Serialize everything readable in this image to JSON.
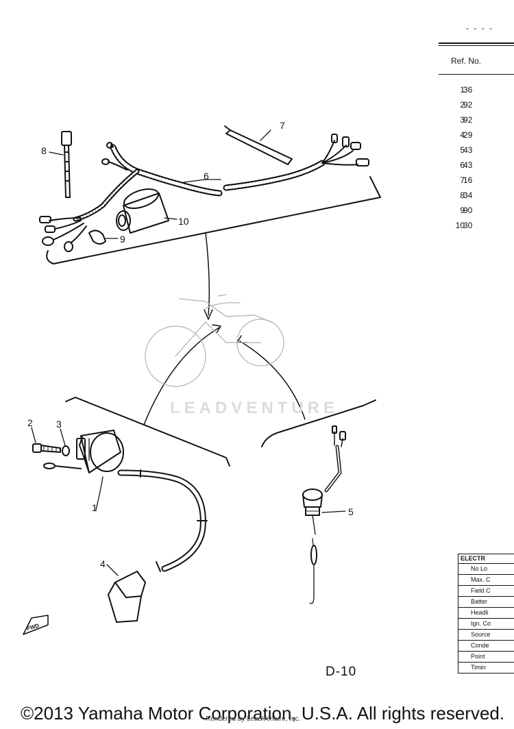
{
  "header": {
    "dash_text": "- - - -"
  },
  "ref_table": {
    "header": "Ref. No.",
    "rows": [
      {
        "ref": "1",
        "part": "36"
      },
      {
        "ref": "2",
        "part": "92"
      },
      {
        "ref": "3",
        "part": "92"
      },
      {
        "ref": "4",
        "part": "29"
      },
      {
        "ref": "5",
        "part": "43"
      },
      {
        "ref": "6",
        "part": "43"
      },
      {
        "ref": "7",
        "part": "16"
      },
      {
        "ref": "8",
        "part": "34"
      },
      {
        "ref": "9",
        "part": "90"
      },
      {
        "ref": "10",
        "part": "30"
      }
    ]
  },
  "callouts": {
    "c1": "1",
    "c2": "2",
    "c3": "3",
    "c4": "4",
    "c5": "5",
    "c6": "6",
    "c7": "7",
    "c8": "8",
    "c9": "9",
    "c10": "10"
  },
  "fwd_label": "FWD",
  "watermark": "LEADVENTURE",
  "electrical_table": {
    "title": "ELECTR",
    "rows": [
      "No Lo",
      "Max. C",
      "Field C",
      "Batter",
      "Headli",
      "Ign. Co",
      "Source",
      "Conde",
      "Point",
      "Timin"
    ]
  },
  "page_id": "D-10",
  "copyright": "©2013 Yamaha Motor Corporation, U.S.A. All rights reserved.",
  "rendered_by": "Rendered by LeadVenture, Inc."
}
